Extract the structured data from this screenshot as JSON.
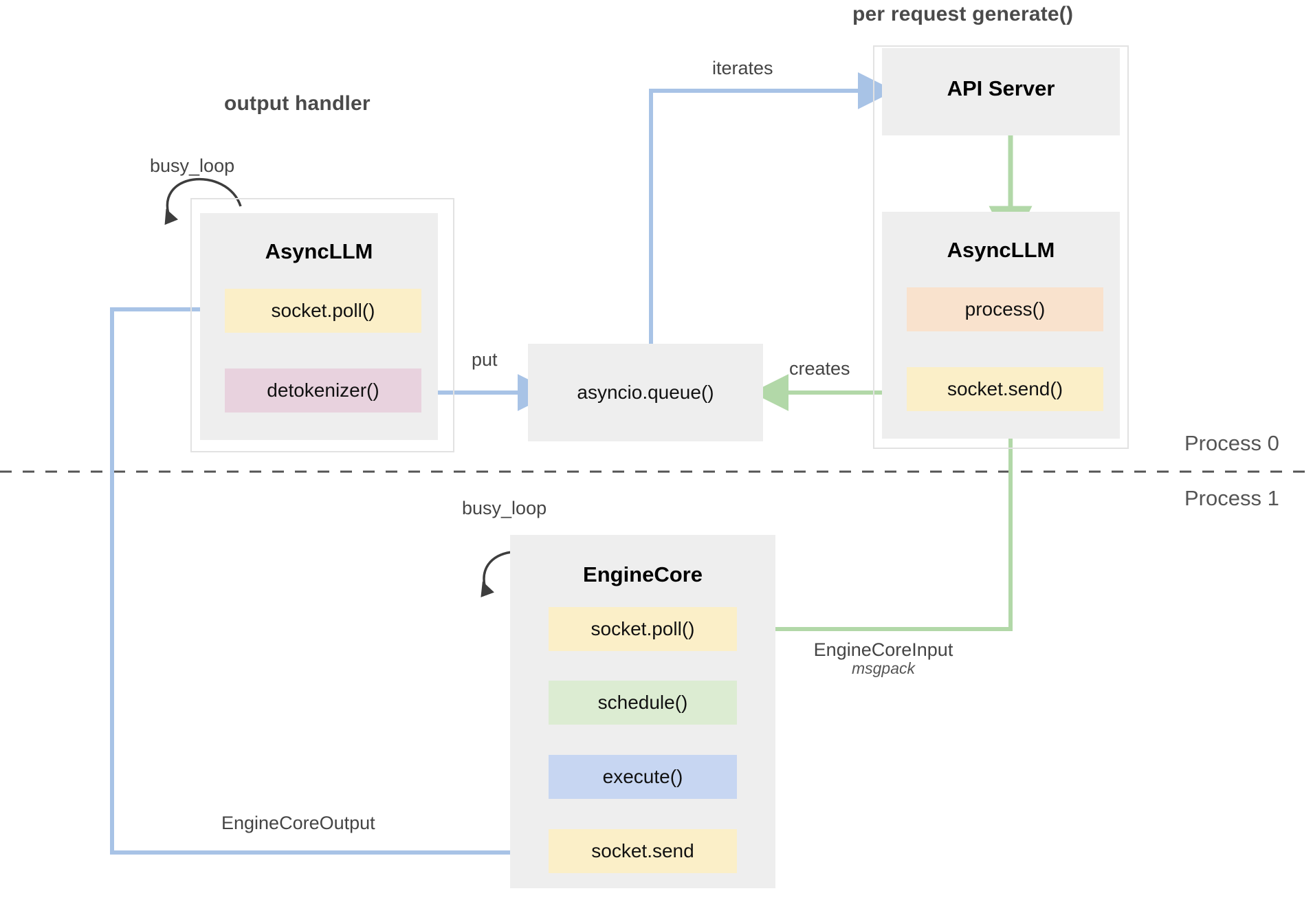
{
  "palette": {
    "bg": "#ffffff",
    "box_gray": "#eeeeee",
    "frame_border": "#e2e2e2",
    "blue_arrow": "#a8c3e6",
    "green_arrow": "#b2d8a8",
    "black_arrow": "#3d3d3d",
    "divider": "#555555",
    "chip_yellow": "#fbefc8",
    "chip_pink": "#e8d2de",
    "chip_peach": "#f9e2cd",
    "chip_green": "#dcecd2",
    "chip_blue": "#c7d6f2",
    "title_gray": "#4a4a4a"
  },
  "groups": {
    "output_handler": {
      "title": "output handler"
    },
    "per_request": {
      "title": "per request generate()"
    }
  },
  "process_labels": {
    "top": "Process 0",
    "bottom": "Process 1"
  },
  "blocks": {
    "async_llm_left": {
      "title": "AsyncLLM",
      "chips": [
        {
          "label": "socket.poll()",
          "color": "#fbefc8"
        },
        {
          "label": "detokenizer()",
          "color": "#e8d2de"
        }
      ]
    },
    "api_server": {
      "title": "API Server"
    },
    "async_llm_right": {
      "title": "AsyncLLM",
      "chips": [
        {
          "label": "process()",
          "color": "#f9e2cd"
        },
        {
          "label": "socket.send()",
          "color": "#fbefc8"
        }
      ]
    },
    "asyncio_queue": {
      "label": "asyncio.queue()"
    },
    "engine_core": {
      "title": "EngineCore",
      "chips": [
        {
          "label": "socket.poll()",
          "color": "#fbefc8"
        },
        {
          "label": "schedule()",
          "color": "#dcecd2"
        },
        {
          "label": "execute()",
          "color": "#c7d6f2"
        },
        {
          "label": "socket.send",
          "color": "#fbefc8"
        }
      ]
    }
  },
  "edges": {
    "busy_loop_left": "busy_loop",
    "busy_loop_core": "busy_loop",
    "iterates": "iterates",
    "put": "put",
    "creates": "creates",
    "engine_core_input": "EngineCoreInput",
    "engine_core_input_sub": "msgpack",
    "engine_core_output": "EngineCoreOutput"
  }
}
